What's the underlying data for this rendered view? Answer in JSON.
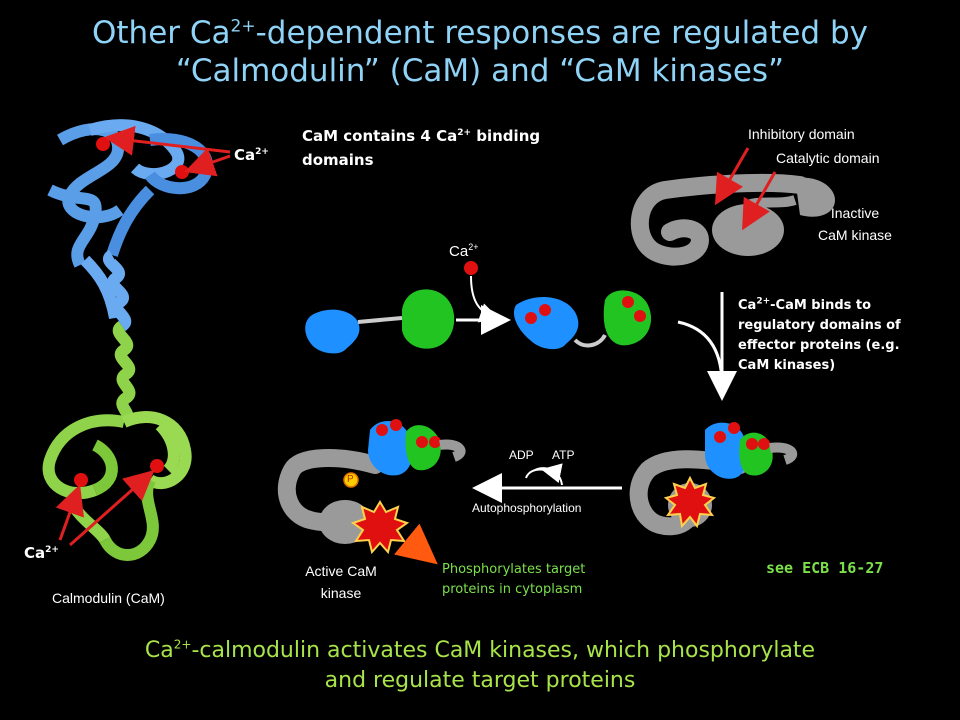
{
  "title": {
    "line1_pre": "Other Ca",
    "line1_sup": "2+",
    "line1_post": "-dependent responses are regulated by",
    "line2": "“Calmodulin” (CaM) and “CaM kinases”"
  },
  "structure": {
    "ca_top_label": "Ca",
    "ca_top_sup": "2+",
    "ca_bottom_label": "Ca",
    "ca_bottom_sup": "2+",
    "caption": "Calmodulin (CaM)"
  },
  "cam_domains": {
    "pre": "CaM contains 4 Ca",
    "sup": "2+",
    "post": " binding",
    "line2": "domains"
  },
  "kinase_labels": {
    "inhibitory": "Inhibitory domain",
    "catalytic": "Catalytic domain",
    "inactive_1": "Inactive",
    "inactive_2": "CaM kinase"
  },
  "ca_step": {
    "label": "Ca",
    "sup": "2+"
  },
  "binding_note": {
    "l1_pre": "Ca",
    "l1_sup": "2+",
    "l1_post": "-CaM binds to",
    "l2": "regulatory domains of",
    "l3": "effector proteins (e.g.",
    "l4": "CaM kinases)"
  },
  "autophos": {
    "adp": "ADP",
    "atp": "ATP",
    "label": "Autophosphorylation",
    "p_badge": "P"
  },
  "active_kinase": {
    "l1": "Active CaM",
    "l2": "kinase"
  },
  "phos_target": {
    "l1": "Phosphorylates target",
    "l2": "proteins in cytoplasm"
  },
  "reference": "see ECB 16-27",
  "bottom": {
    "l1_pre": "Ca",
    "l1_sup": "2+",
    "l1_post": "-calmodulin activates CaM kinases, which phosphorylate",
    "l2": "and regulate target proteins"
  },
  "colors": {
    "title": "#8fd3f7",
    "bottom_text": "#a8e34a",
    "cam_blue": "#1e90ff",
    "cam_green": "#22c422",
    "kinase_gray": "#9a9a9a",
    "calcium_red": "#e01010",
    "arrow_red": "#e02020"
  }
}
